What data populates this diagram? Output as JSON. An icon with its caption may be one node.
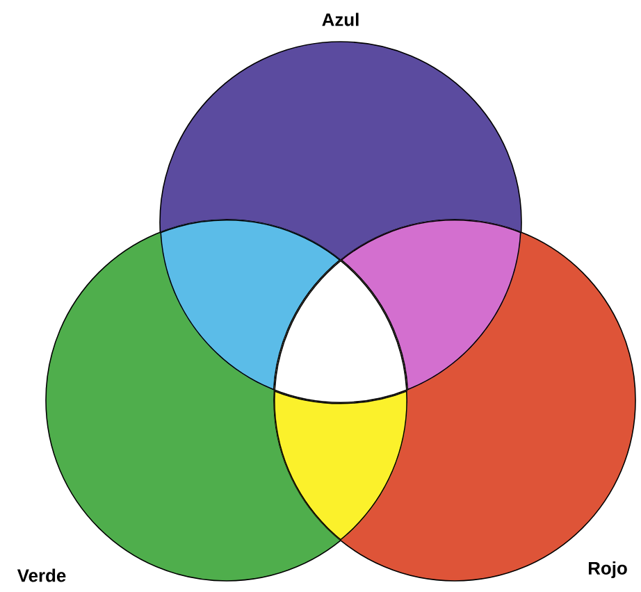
{
  "diagram": {
    "nodes": [
      {
        "text": [
          "Azul"
        ]
      },
      {
        "text": [
          "Verde"
        ]
      },
      {
        "text": [
          "Rojo"
        ]
      }
    ]
  }
}
